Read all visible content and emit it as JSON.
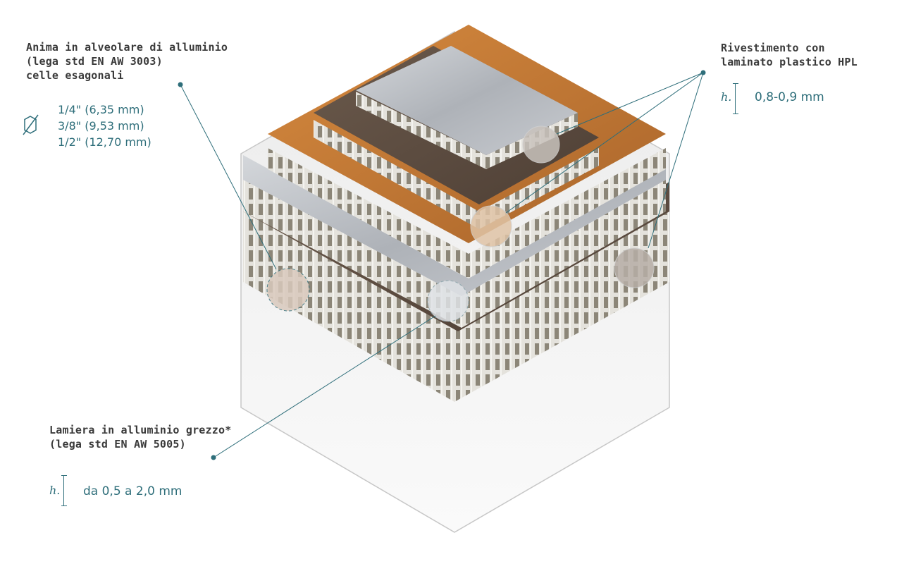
{
  "core": {
    "title_lines": [
      "Anima in alveolare di alluminio",
      "(lega std EN AW 3003)",
      "celle esagonali"
    ],
    "cell_sizes": [
      "1/4\" (6,35 mm)",
      "3/8\" (9,53 mm)",
      "1/2\" (12,70 mm)"
    ],
    "icon": "hexagon-diameter-icon"
  },
  "cladding": {
    "title_lines": [
      "Rivestimento con",
      "laminato plastico HPL"
    ],
    "h_symbol": "h.",
    "thickness": "0,8-0,9 mm"
  },
  "sheet": {
    "title_lines": [
      "Lamiera in alluminio grezzo*",
      "(lega std EN AW 5005)"
    ],
    "h_symbol": "h.",
    "thickness": "da 0,5 a 2,0 mm"
  },
  "colors": {
    "accent": "#2e6e7a",
    "text": "#3a3a3a",
    "aluminium": "#b8bcc2",
    "dark_wood": "#5a4a3e",
    "light_wood": "#c27a36",
    "honeycomb": "#d8d4c8"
  }
}
